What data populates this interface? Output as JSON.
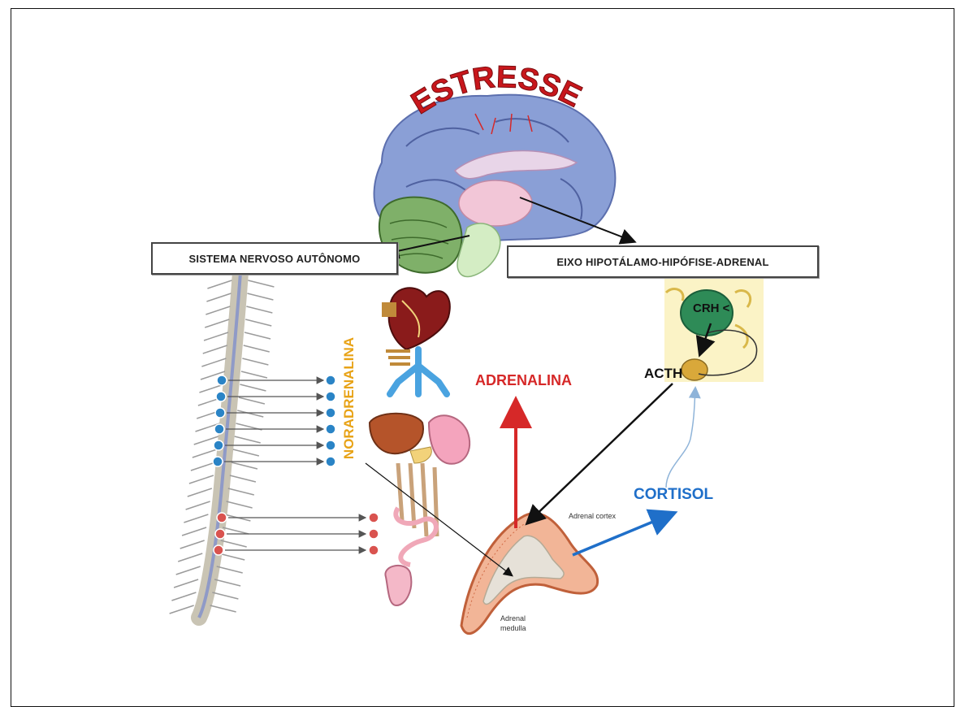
{
  "title": "ESTRESSE",
  "boxes": {
    "sna": "SISTEMA NERVOSO AUTÔNOMO",
    "hpa": "EIXO HIPOTÁLAMO-HIPÓFISE-ADRENAL"
  },
  "labels": {
    "noradrenalina": "NORADRENALINA",
    "adrenalina": "ADRENALINA",
    "cortisol": "CORTISOL",
    "acth": "ACTH",
    "crh": "CRH <",
    "adrenal_cortex": "Adrenal cortex",
    "adrenal_medula": "Adrenal",
    "adrenal_medula2": "medulla"
  },
  "colors": {
    "title_red": "#c8171c",
    "noradrenalina": "#e8a317",
    "adrenalina": "#d62828",
    "cortisol": "#1f6fc9",
    "box_border": "#444444",
    "ganglion_blue": "#2a84c6",
    "ganglion_red": "#d9534f"
  }
}
